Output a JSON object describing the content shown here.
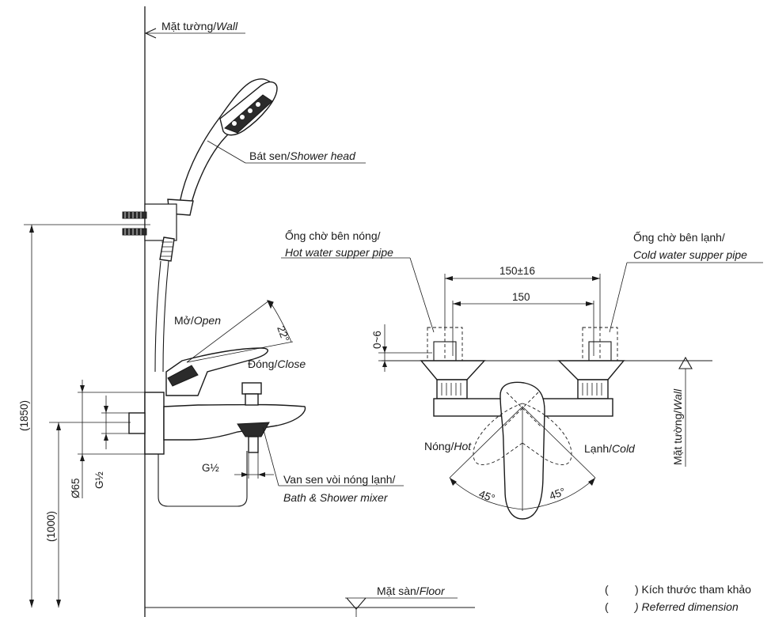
{
  "labels": {
    "wall_top_vi": "Mặt tường/",
    "wall_top_en": "Wall",
    "shower_head_vi": "Bát sen/",
    "shower_head_en": "Shower head",
    "hot_pipe_vi": "Ống chờ bên nóng/",
    "hot_pipe_en": "Hot water supper pipe",
    "cold_pipe_vi": "Ống chờ bên lạnh/",
    "cold_pipe_en": "Cold water supper pipe",
    "open_vi": "Mở/",
    "open_en": "Open",
    "close_vi": "Đóng/",
    "close_en": "Close",
    "hot_vi": "Nóng/",
    "hot_en": "Hot",
    "cold_vi": "Lạnh/",
    "cold_en": "Cold",
    "wall_side_vi": "Mặt tường/",
    "wall_side_en": "Wall",
    "mixer_vi": "Van sen vòi nóng lạnh/",
    "mixer_en": "Bath & Shower mixer",
    "floor_vi": "Mặt sàn/",
    "floor_en": "Floor",
    "legend_vi": ") Kích thước tham khảo",
    "legend_en": ") Referred dimension",
    "legend_paren": "("
  },
  "dimensions": {
    "height_total": "(1850)",
    "height_mixer": "(1000)",
    "diameter": "Ø65",
    "thread_vertical": "G½",
    "thread_bottom": "G½",
    "spacing_tolerance": "150±16",
    "spacing": "150",
    "offset": "0~6",
    "lever_angle": "22°",
    "angle_left": "45°",
    "angle_right": "45°"
  }
}
